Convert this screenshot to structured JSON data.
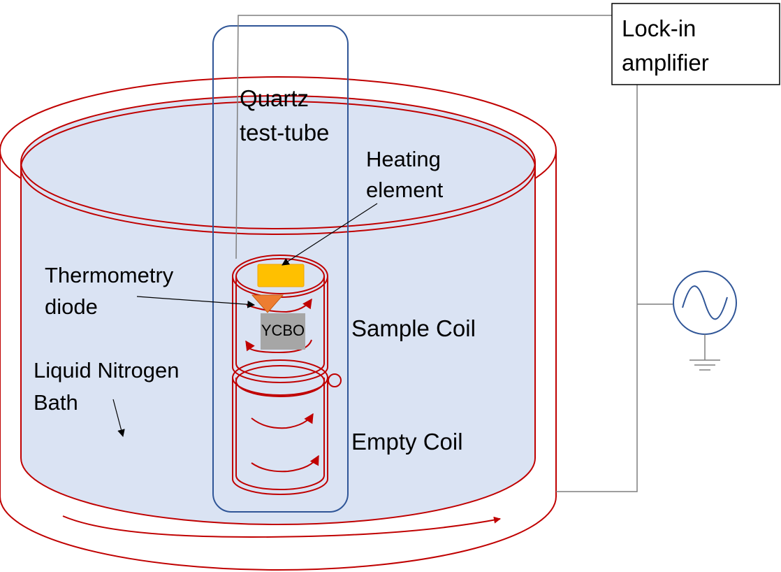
{
  "labels": {
    "lock_in": [
      "Lock-in",
      "amplifier"
    ],
    "tube": [
      "Quartz",
      "test-tube"
    ],
    "heater": [
      "Heating",
      "element"
    ],
    "diode": [
      "Thermometry",
      "diode"
    ],
    "sample_coil": "Sample Coil",
    "empty_coil": "Empty Coil",
    "bath": [
      "Liquid Nitrogen",
      "Bath"
    ],
    "sample": "YCBO"
  },
  "colors": {
    "coil_red": "#c00000",
    "bath_fill": "#dae3f3",
    "tube_blue": "#2f5597",
    "heater_yellow": "#ffc000",
    "diode_orange": "#ed7d31",
    "sample_gray": "#a6a6a6",
    "wire_gray": "#7f7f7f"
  },
  "icons": {
    "ac_source": "ac-source-icon",
    "ground": "ground-icon"
  }
}
